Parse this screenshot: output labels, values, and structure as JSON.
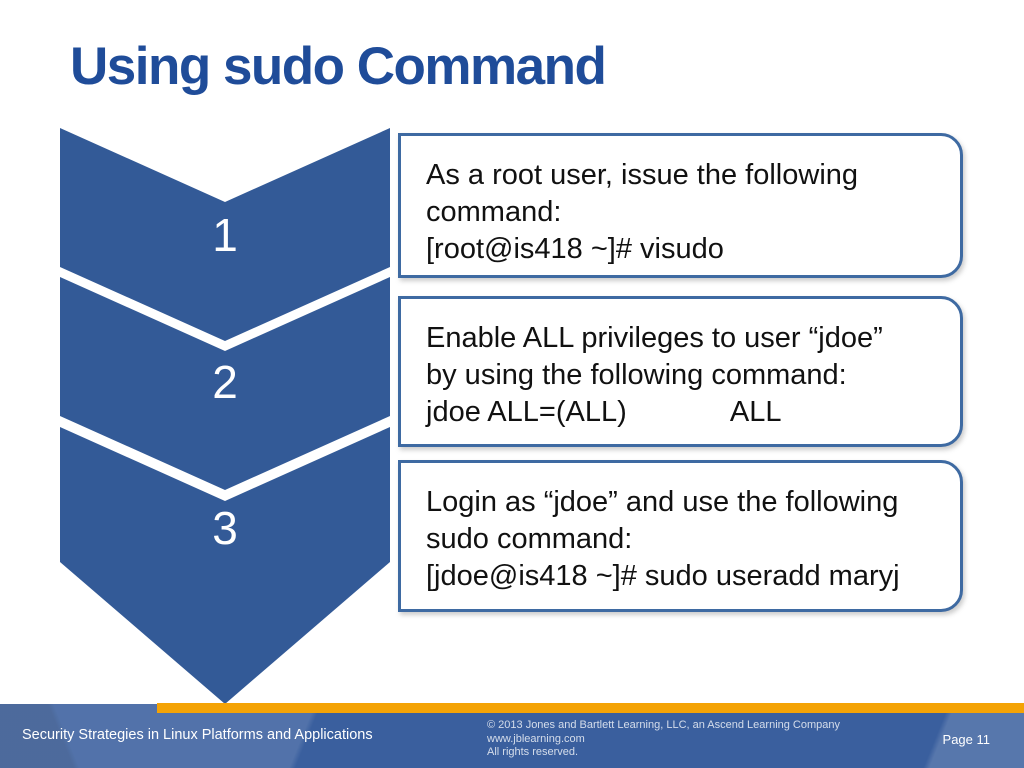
{
  "slide": {
    "title": "Using sudo Command"
  },
  "steps": [
    {
      "number": "1",
      "lines": [
        "As a root user, issue the following",
        "command:",
        "[root@is418 ~]# visudo"
      ]
    },
    {
      "number": "2",
      "lines": [
        "Enable ALL privileges to user “jdoe”",
        "by using the following command:",
        "jdoe ALL=(ALL)             ALL"
      ]
    },
    {
      "number": "3",
      "lines": [
        "Login as “jdoe” and use the following",
        "sudo command:",
        "[jdoe@is418 ~]# sudo useradd maryj"
      ]
    }
  ],
  "footer": {
    "left": "Security Strategies in Linux Platforms and Applications",
    "center_lines": [
      "© 2013 Jones and Bartlett Learning, LLC, an Ascend Learning Company",
      "www.jblearning.com",
      "All rights reserved."
    ],
    "page": "Page 11"
  },
  "colors": {
    "title_blue": "#1f4c99",
    "chevron_blue": "#335a97",
    "card_border_blue": "#3e6aa2",
    "footer_blue": "#3a5f9e",
    "accent_orange": "#f4a306",
    "card_text": "#111111",
    "background": "#ffffff"
  }
}
